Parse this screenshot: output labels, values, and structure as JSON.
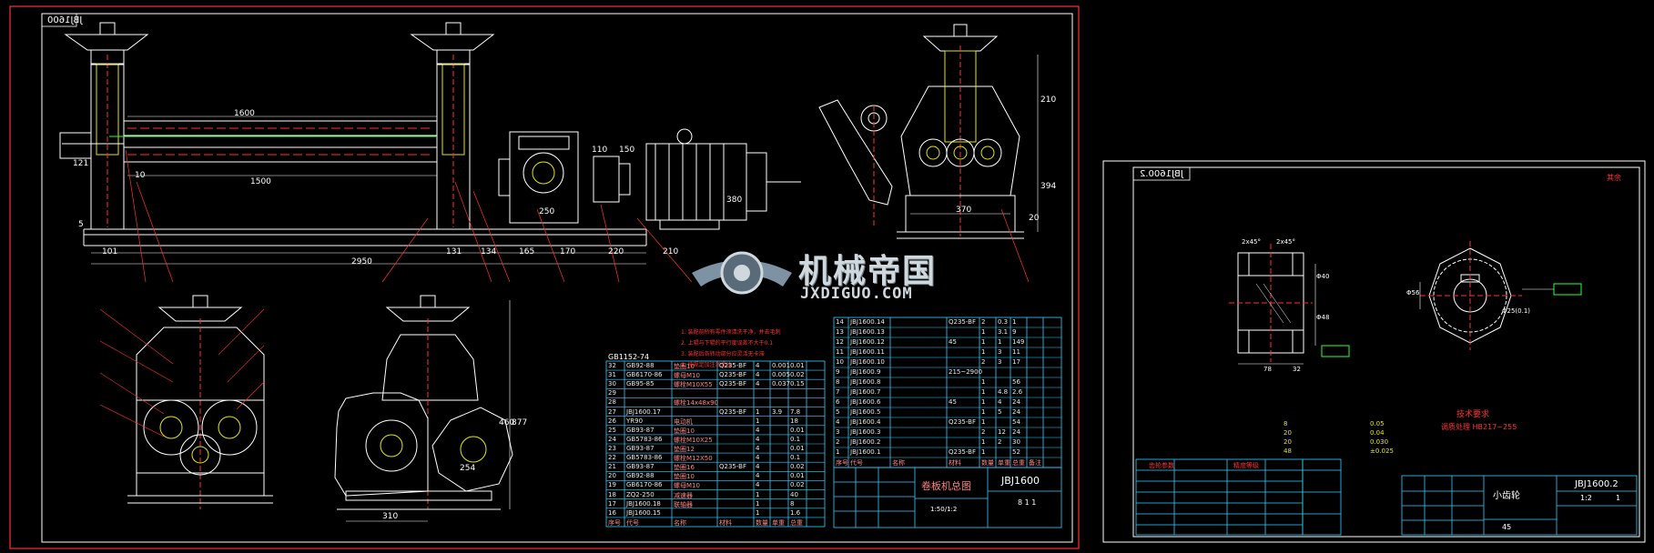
{
  "main_sheet": {
    "title_stamp": "JBJ1600",
    "top_dimension_labels": [
      "1600",
      "1500",
      "10",
      "121",
      "5",
      "110",
      "150",
      "250",
      "380",
      "370",
      "210",
      "394",
      "20"
    ],
    "bottom_dimension_labels": [
      "101",
      "131",
      "134",
      "165",
      "170",
      "220",
      "210",
      "2950"
    ],
    "side_view_labels": [
      "254",
      "310",
      "460",
      "877"
    ],
    "technical_notes": [
      "1. 装配前所有零件须清洗干净，并去毛刺",
      "2. 上辊与下辊的平行度误差不大于0.1",
      "3. 装配后各转动部分应灵活无卡滞",
      "4. 按规定加注润滑油"
    ],
    "bom_left": {
      "standard": "GB1152-74",
      "rows": [
        [
          "32",
          "GB92-88",
          "垫圈10",
          "Q235-BF",
          "4",
          "0.001",
          "0.01"
        ],
        [
          "31",
          "GB6170-86",
          "螺母M10",
          "Q235-BF",
          "4",
          "0.005",
          "0.02"
        ],
        [
          "30",
          "GB95-85",
          "螺栓M10X55",
          "Q235-BF",
          "4",
          "0.037",
          "0.15"
        ],
        [
          "29",
          "",
          "",
          "",
          "",
          "",
          ""
        ],
        [
          "28",
          "",
          "螺栓14x48x90",
          "",
          "",
          "",
          ""
        ],
        [
          "27",
          "JBJ1600.17",
          "",
          "Q235-BF",
          "1",
          "3.9",
          "7.8"
        ],
        [
          "26",
          "YR90",
          "电动机",
          "",
          "1",
          "",
          "18"
        ],
        [
          "25",
          "GB93-87",
          "垫圈10",
          "",
          "4",
          "",
          "0.01"
        ],
        [
          "24",
          "GB5783-86",
          "螺栓M10X25",
          "",
          "4",
          "",
          "0.1"
        ],
        [
          "23",
          "GB93-87",
          "垫圈12",
          "",
          "4",
          "",
          "0.01"
        ],
        [
          "22",
          "GB5783-86",
          "螺栓M12X50",
          "",
          "4",
          "",
          "0.1"
        ],
        [
          "21",
          "GB93-87",
          "垫圈16",
          "Q235-BF",
          "4",
          "",
          "0.02"
        ],
        [
          "20",
          "GB92-88",
          "垫圈10",
          "",
          "4",
          "",
          "0.01"
        ],
        [
          "19",
          "GB6170-86",
          "螺母M10",
          "",
          "4",
          "",
          "0.02"
        ],
        [
          "18",
          "ZQ2-250",
          "减速器",
          "",
          "1",
          "",
          "40"
        ],
        [
          "17",
          "JBJ1600.18",
          "联轴器",
          "",
          "1",
          "",
          "8"
        ],
        [
          "16",
          "JBJ1600.15",
          "",
          "",
          "1",
          "",
          "1.6"
        ]
      ],
      "header": [
        "序号",
        "代号",
        "名称",
        "材料",
        "数量",
        "单重",
        "总重"
      ]
    },
    "bom_right": {
      "rows": [
        [
          "14",
          "JBJ1600.14",
          "",
          "Q235-BF",
          "2",
          "0.3",
          "1"
        ],
        [
          "13",
          "JBJ1600.13",
          "",
          "",
          "1",
          "3.1",
          "9"
        ],
        [
          "12",
          "JBJ1600.12",
          "",
          "45",
          "1",
          "1",
          "149"
        ],
        [
          "11",
          "JBJ1600.11",
          "",
          "",
          "1",
          "3",
          "11"
        ],
        [
          "10",
          "JBJ1600.10",
          "",
          "",
          "2",
          "3",
          "17"
        ],
        [
          "9",
          "JBJ1600.9",
          "",
          "215~2900",
          "",
          "",
          ""
        ],
        [
          "8",
          "JBJ1600.8",
          "",
          "",
          "1",
          "",
          "56"
        ],
        [
          "7",
          "JBJ1600.7",
          "",
          "",
          "1",
          "4.8",
          "2.6"
        ],
        [
          "6",
          "JBJ1600.6",
          "",
          "45",
          "1",
          "4",
          "24"
        ],
        [
          "5",
          "JBJ1600.5",
          "",
          "",
          "1",
          "5",
          "24"
        ],
        [
          "4",
          "JBJ1600.4",
          "",
          "Q235-BF",
          "1",
          "",
          "54"
        ],
        [
          "3",
          "JBJ1600.3",
          "",
          "",
          "2",
          "12",
          "24"
        ],
        [
          "2",
          "JBJ1600.2",
          "",
          "",
          "1",
          "2",
          "30"
        ],
        [
          "1",
          "JBJ1600.1",
          "",
          "Q235-BF",
          "1",
          "",
          "52"
        ]
      ],
      "header": [
        "序号",
        "代号",
        "名称",
        "材料",
        "数量",
        "单重",
        "总重",
        "备注"
      ]
    },
    "title_block": {
      "drawing_name": "卷板机总图",
      "drawing_code": "JBJ1600",
      "scale": "1:50/1:2",
      "sheet": "8 1 1"
    }
  },
  "part_sheet": {
    "title_stamp": "JBJ1600.2",
    "corner_mark": "其余",
    "tech_req_title": "技术要求",
    "tech_req_text": "调质处理 HB217~255",
    "tolerance_values": [
      "8",
      "20",
      "20",
      "48",
      "0.05",
      "0.04",
      "0.030",
      "±0.025"
    ],
    "table_headers": [
      "齿轮参数",
      "精度等级"
    ],
    "dims": [
      "2x45°",
      "2x45°",
      "Φ40",
      "Φ48",
      "32",
      "78",
      "Φ56",
      "Φ25(0.1)"
    ],
    "title_block": {
      "part_name": "小齿轮",
      "drawing_code": "JBJ1600.2",
      "material": "45",
      "scale": "1:2",
      "sheet": "1"
    }
  },
  "watermark": {
    "brand_cn": "机械帝国",
    "brand_en": "JXDIGUO.COM"
  },
  "colors": {
    "background": "#000000",
    "frame": "#ff3030",
    "outline": "#ffffff",
    "hidden": "#e6e600",
    "centerline": "#ff3030",
    "table": "#30d0ff",
    "green": "#30ff30",
    "magenta": "#ff40ff"
  }
}
